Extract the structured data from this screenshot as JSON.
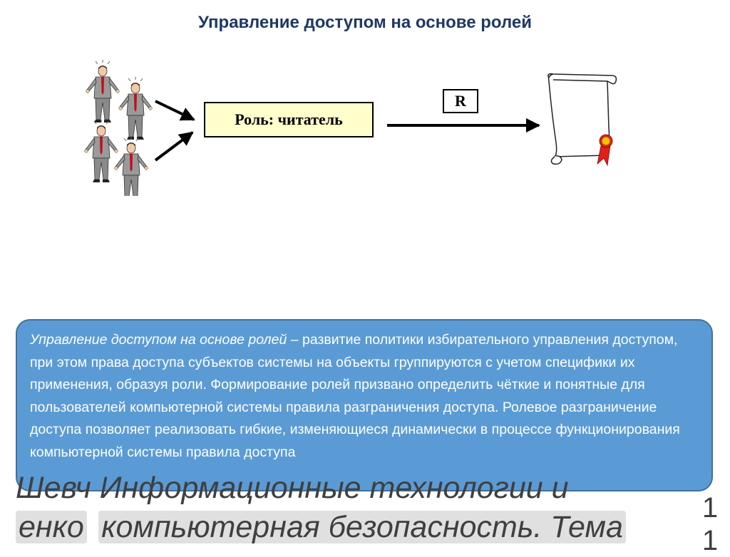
{
  "title": "Управление доступом на основе ролей",
  "diagram": {
    "role_label": "Роль: читатель",
    "permission_label": "R"
  },
  "description": {
    "term": "Управление доступом на основе ролей",
    "text": " – развитие политики избирательного управления доступом, при этом права доступа субъектов системы на объекты группируются с учетом специфики их применения, образуя роли. Формирование ролей призвано определить чёткие и понятные для пользователей компьютерной системы правила разграничения доступа. Ролевое разграничение доступа позволяет реализовать гибкие, изменяющиеся динамически в процессе функционирования компьютерной системы правила доступа"
  },
  "footer": {
    "line1": "Шевч Информационные технологии и",
    "line2_left": "енко",
    "line2_right": "компьютерная безопасность. Тема",
    "slide_number": "1 1"
  },
  "colors": {
    "title": "#1f3864",
    "role_fill": "#ffffcc",
    "panel_fill": "#5b9bd5",
    "seal": "#e0201b"
  }
}
